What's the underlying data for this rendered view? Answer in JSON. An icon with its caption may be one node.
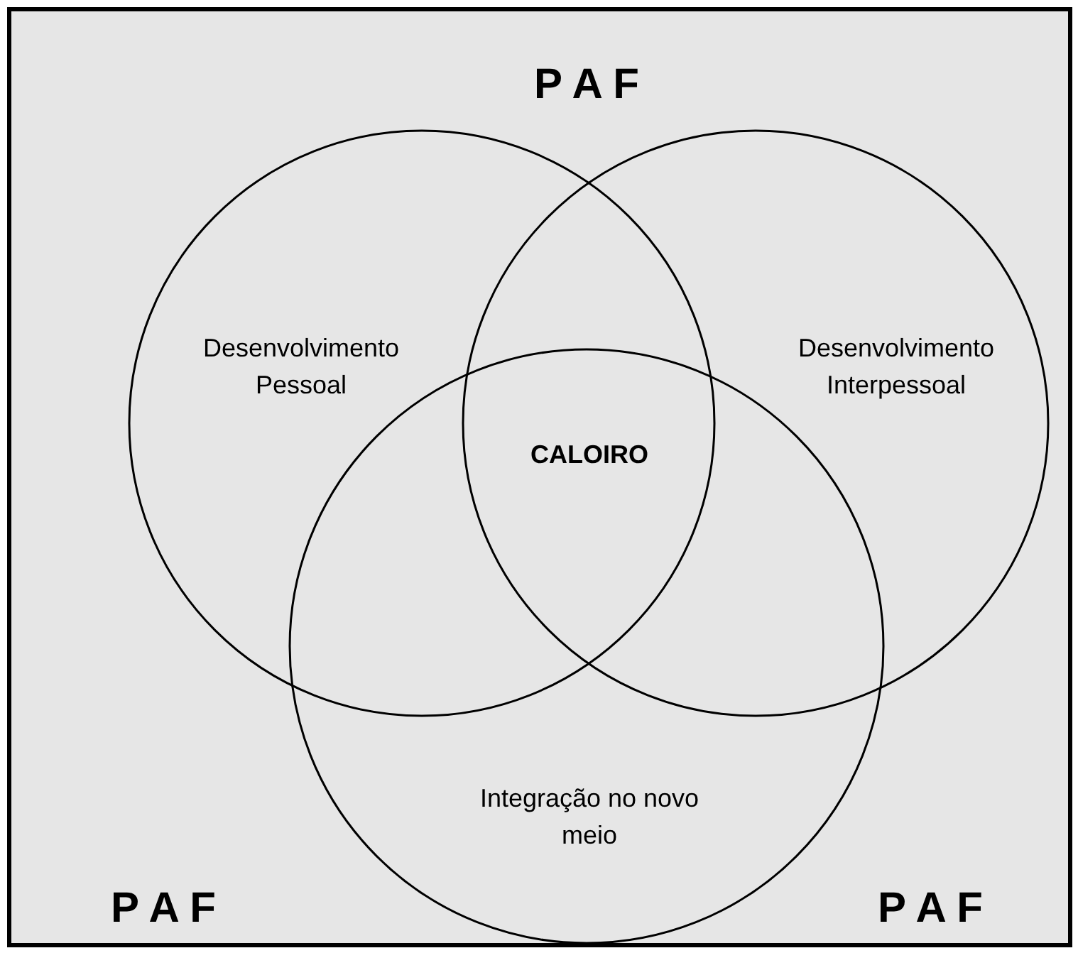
{
  "diagram": {
    "nodes": [
      {
        "text": [
          "Desenvolvimento Pessoal"
        ]
      },
      {
        "text": [
          "Desenvolvimento Interpessoal"
        ]
      },
      {
        "text": [
          "Integração no novo meio"
        ]
      }
    ],
    "labels": [
      "P A F",
      "CALOIRO",
      "P A F",
      "P A F"
    ]
  }
}
